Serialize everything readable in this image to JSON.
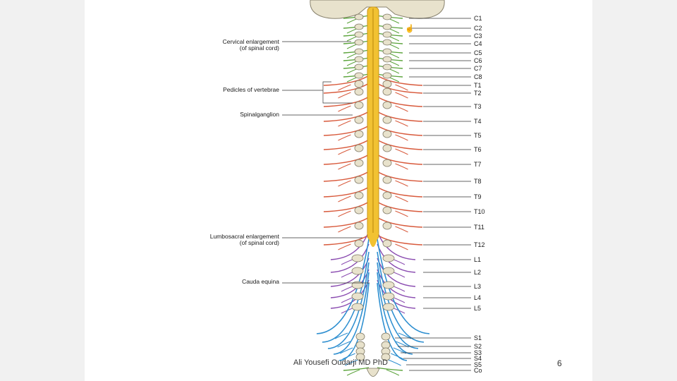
{
  "diagram": {
    "left_labels": [
      {
        "id": "cervical",
        "lines": [
          "Cervical enlargement",
          "(of spinal cord)"
        ]
      },
      {
        "id": "pedicles",
        "lines": [
          "Pedicles of vertebrae"
        ]
      },
      {
        "id": "ganglion",
        "lines": [
          "Spinalganglion"
        ]
      },
      {
        "id": "lumbosacral",
        "lines": [
          "Lumbosacral enlargement",
          "(of spinal cord)"
        ]
      },
      {
        "id": "cauda",
        "lines": [
          "Cauda equina"
        ]
      }
    ],
    "segments": [
      "C1",
      "C2",
      "C3",
      "C4",
      "C5",
      "C6",
      "C7",
      "C8",
      "T1",
      "T2",
      "T3",
      "T4",
      "T5",
      "T6",
      "T7",
      "T8",
      "T9",
      "T10",
      "T11",
      "T12",
      "L1",
      "L2",
      "L3",
      "L4",
      "L5",
      "S1",
      "S2",
      "S3",
      "S4",
      "S5",
      "Co"
    ],
    "colors": {
      "cervical": "#5aa33a",
      "thoracic": "#d85a3c",
      "lumbar": "#8a4bb0",
      "sacral": "#2e8fd0",
      "cord": "#f2c232",
      "bone": "#e8e2cc"
    }
  },
  "footer": {
    "author": "Ali Yousefi Oudarji MD PhD",
    "page_number": "6"
  }
}
